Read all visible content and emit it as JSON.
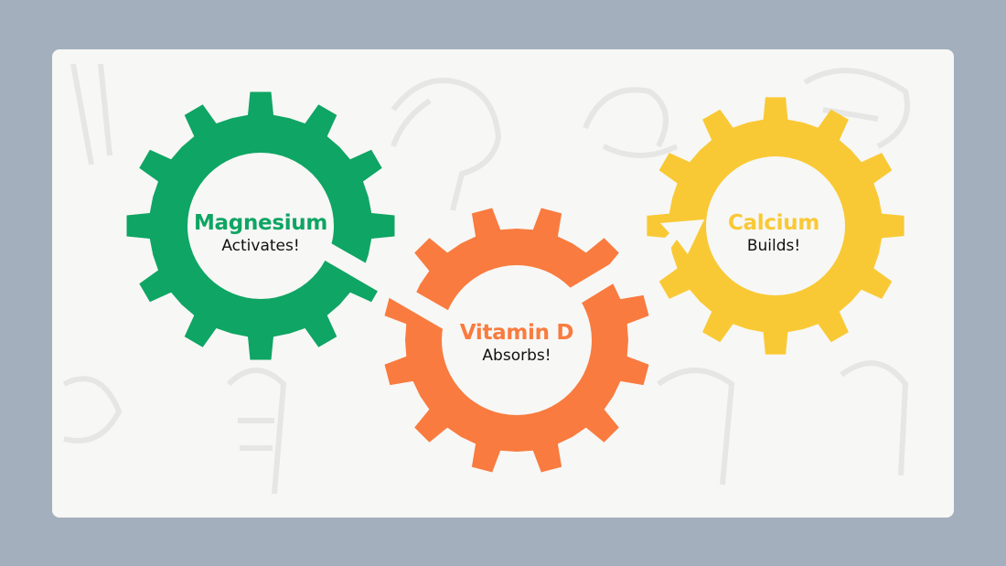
{
  "gears": [
    {
      "title": "Magnesium",
      "subtitle": "Activates!",
      "color": "#0fa564"
    },
    {
      "title": "Vitamin D",
      "subtitle": "Absorbs!",
      "color": "#f97b3f"
    },
    {
      "title": "Calcium",
      "subtitle": "Builds!",
      "color": "#f9c935"
    }
  ]
}
